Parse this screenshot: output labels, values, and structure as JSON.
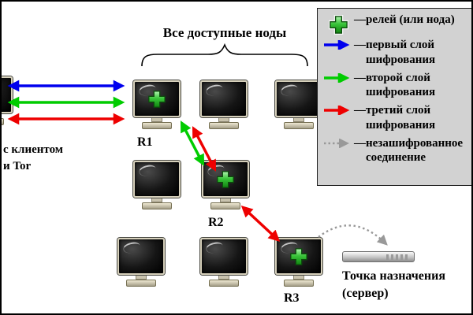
{
  "title": "Все доступные ноды",
  "client_caption": {
    "line1": "с клиентом",
    "line2": "и Tor"
  },
  "node_labels": {
    "r1": "R1",
    "r2": "R2",
    "r3": "R3"
  },
  "legend": {
    "dash": "—",
    "relay_label": "релей (или нода)",
    "items": [
      {
        "label": "первый слой шифрования"
      },
      {
        "label": "второй слой шифрования"
      },
      {
        "label": "третий слой шифрования"
      },
      {
        "label": "незашифрованное соединение"
      }
    ]
  },
  "destination": {
    "line1": "Точка назначения",
    "line2": "(сервер)"
  },
  "colors": {
    "layer1": "#0000ee",
    "layer2": "#00cc00",
    "layer3": "#ee0000",
    "unencrypted": "#999999",
    "relay_plus": "#2db32d",
    "legend_bg": "#d2d2d2"
  }
}
